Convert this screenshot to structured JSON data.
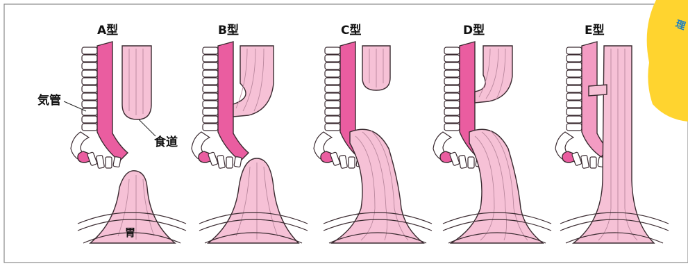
{
  "types": [
    {
      "id": "A",
      "title": "A型"
    },
    {
      "id": "B",
      "title": "B型"
    },
    {
      "id": "C",
      "title": "C型"
    },
    {
      "id": "D",
      "title": "D型"
    },
    {
      "id": "E",
      "title": "E型"
    }
  ],
  "labels": {
    "trachea": "気管",
    "esophagus": "食道",
    "stomach": "胃"
  },
  "side_badge": {
    "text": "理"
  },
  "colors": {
    "trachea": "#ea5da0",
    "trachea_light": "#f39cc3",
    "esophagus": "#f6c1d6",
    "badge": "#ffd42f",
    "badge_text": "#1c7fc4"
  }
}
